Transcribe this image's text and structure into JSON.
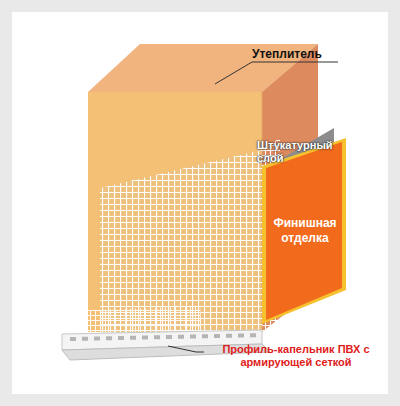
{
  "diagram": {
    "nodes": [
      {
        "text": [
          "Финишная отделка"
        ]
      }
    ],
    "labels": [
      "Утеплитель",
      "Штукатурный слой",
      "Профиль-капельник ПВХ с армирующей сеткой"
    ]
  }
}
